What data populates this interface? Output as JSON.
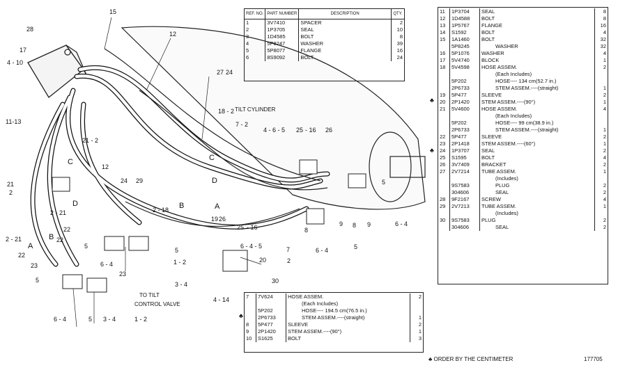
{
  "diagram": {
    "callouts": [
      "15",
      "28",
      "17",
      "4 - 10",
      "11-13",
      "12",
      "27",
      "24",
      "18 - 2",
      "7 - 2",
      "4 - 6 - 5",
      "25",
      "- 16",
      "26",
      "21 - 2",
      "C",
      "12",
      "24",
      "29",
      "2 - 18",
      "B",
      "A",
      "19",
      "26",
      "25",
      "- 16",
      "6 - 4 - 5",
      "7",
      "2",
      "20",
      "30",
      "4 - 14",
      "8",
      "9",
      "8",
      "9",
      "5",
      "6 - 4",
      "5",
      "6 - 4",
      "22",
      "2 - 21",
      "2 - 21",
      "A",
      "22",
      "23",
      "B",
      "D",
      "22",
      "5",
      "6 - 4",
      "5",
      "1 - 2",
      "23",
      "3 - 4",
      "6 - 4",
      "5",
      "3 - 4",
      "1 - 2",
      "5",
      "21",
      "C",
      "D",
      "2"
    ],
    "tilt_cylinder_label": "TILT CYLINDER",
    "to_tilt_label": "TO TILT",
    "control_valve_label": "CONTROL VALVE"
  },
  "table_top": {
    "headers": {
      "ref": "REF. NO.",
      "part": "PART NUMBER",
      "desc": "DESCRIPTION",
      "qty": "QTY."
    },
    "rows": [
      {
        "ref": "1",
        "part": "3V7410",
        "desc": "SPACER",
        "qty": "2"
      },
      {
        "ref": "2",
        "part": "1P3705",
        "desc": "SEAL",
        "qty": "10"
      },
      {
        "ref": "3",
        "part": "1D4585",
        "desc": "BOLT",
        "qty": "8"
      },
      {
        "ref": "4",
        "part": "5P8247",
        "desc": "WASHER",
        "qty": "39"
      },
      {
        "ref": "5",
        "part": "5P8077",
        "desc": "FLANGE",
        "qty": "16"
      },
      {
        "ref": "6",
        "part": "8S9092",
        "desc": "BOLT",
        "qty": "24"
      }
    ]
  },
  "table_bottom": {
    "rows": [
      {
        "ref": "7",
        "part": "7V624",
        "desc": "HOSE ASSEM.",
        "qty": "2"
      },
      {
        "ref": "",
        "part": "",
        "desc": "(Each Includes)",
        "qty": ""
      },
      {
        "ref": "",
        "part": "5P202",
        "desc": "HOSE---- 194.5 cm(76.5 in.)",
        "qty": ""
      },
      {
        "ref": "",
        "part": "2P6733",
        "desc": "STEM ASSEM.----(straight)",
        "qty": "1"
      },
      {
        "ref": "8",
        "part": "5P477",
        "desc": "SLEEVE",
        "qty": "2"
      },
      {
        "ref": "9",
        "part": "2P1420",
        "desc": "STEM ASSEM.----(90°)",
        "qty": "1"
      },
      {
        "ref": "10",
        "part": "S1625",
        "desc": "BOLT",
        "qty": "3"
      }
    ],
    "marker": "♣"
  },
  "table_right": {
    "rows": [
      {
        "ref": "11",
        "part": "1P3704",
        "desc": "SEAL",
        "qty": "8"
      },
      {
        "ref": "12",
        "part": "1D4588",
        "desc": "BOLT",
        "qty": "8"
      },
      {
        "ref": "13",
        "part": "1P5767",
        "desc": "FLANGE",
        "qty": "16"
      },
      {
        "ref": "14",
        "part": "S1592",
        "desc": "BOLT",
        "qty": "4"
      },
      {
        "ref": "15",
        "part": "1A1460",
        "desc": "BOLT",
        "qty": "32"
      },
      {
        "ref": "",
        "part": "5P8245",
        "desc": "WASHER",
        "qty": "32"
      },
      {
        "ref": "16",
        "part": "5P1076",
        "desc": "WASHER",
        "qty": "4"
      },
      {
        "ref": "17",
        "part": "5V4740",
        "desc": "BLOCK",
        "qty": "1"
      },
      {
        "ref": "18",
        "part": "5V4598",
        "desc": "HOSE ASSEM.",
        "qty": "2"
      },
      {
        "ref": "",
        "part": "",
        "desc": "(Each Includes)",
        "qty": ""
      },
      {
        "ref": "",
        "part": "5P202",
        "desc": "HOSE---- 134 cm(52.7 in.)",
        "qty": ""
      },
      {
        "ref": "",
        "part": "2P6733",
        "desc": "STEM ASSEM.----(straight)",
        "qty": "1"
      },
      {
        "ref": "19",
        "part": "5P477",
        "desc": "SLEEVE",
        "qty": "2"
      },
      {
        "ref": "20",
        "part": "2P1420",
        "desc": "STEM ASSEM.----(90°)",
        "qty": "1"
      },
      {
        "ref": "21",
        "part": "5V4600",
        "desc": "HOSE ASSEM.",
        "qty": "4"
      },
      {
        "ref": "",
        "part": "",
        "desc": "(Each Includes)",
        "qty": ""
      },
      {
        "ref": "",
        "part": "5P202",
        "desc": "HOSE---- 99 cm(38.9 in.)",
        "qty": ""
      },
      {
        "ref": "",
        "part": "2P6733",
        "desc": "STEM ASSEM.----(straight)",
        "qty": "1"
      },
      {
        "ref": "22",
        "part": "5P477",
        "desc": "SLEEVE",
        "qty": "2"
      },
      {
        "ref": "23",
        "part": "2P1418",
        "desc": "STEM ASSEM.----(60°)",
        "qty": "1"
      },
      {
        "ref": "24",
        "part": "1P3707",
        "desc": "SEAL",
        "qty": "2"
      },
      {
        "ref": "25",
        "part": "S1595",
        "desc": "BOLT",
        "qty": "4"
      },
      {
        "ref": "26",
        "part": "3V7409",
        "desc": "BRACKET",
        "qty": "2"
      },
      {
        "ref": "27",
        "part": "2V7214",
        "desc": "TUBE ASSEM.",
        "qty": "1"
      },
      {
        "ref": "",
        "part": "",
        "desc": "(Includes)",
        "qty": ""
      },
      {
        "ref": "",
        "part": "9S7583",
        "desc": "PLUG",
        "qty": "2"
      },
      {
        "ref": "",
        "part": "304606",
        "desc": "SEAL",
        "qty": "2"
      },
      {
        "ref": "28",
        "part": "9F2167",
        "desc": "SCREW",
        "qty": "4"
      },
      {
        "ref": "29",
        "part": "2V7213",
        "desc": "TUBE ASSEM.",
        "qty": "1"
      },
      {
        "ref": "",
        "part": "",
        "desc": "(Includes)",
        "qty": ""
      },
      {
        "ref": "30",
        "part": "9S7583",
        "desc": "PLUG",
        "qty": "2"
      },
      {
        "ref": "",
        "part": "304606",
        "desc": "SEAL",
        "qty": "2"
      }
    ],
    "marker_18": "♣",
    "marker_21": "♣"
  },
  "footer": {
    "note": "♣ ORDER BY THE CENTIMETER",
    "number": "177705"
  }
}
